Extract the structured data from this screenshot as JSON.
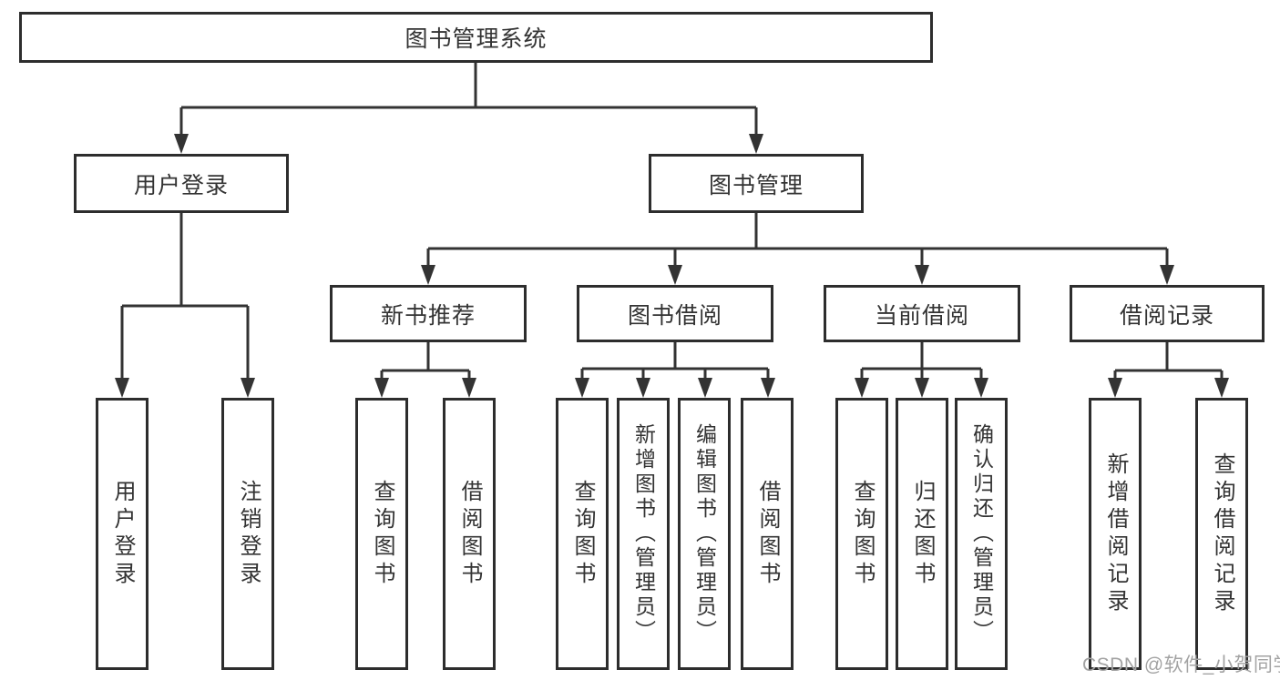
{
  "watermark": "CSDN @软件_小贺同学",
  "colors": {
    "line": "#333333",
    "box_border": "#2d2d2d",
    "box_fill": "#ffffff",
    "text": "#333333",
    "watermark": "#a3a3a3",
    "background": "#ffffff"
  },
  "tree": {
    "label": "图书管理系统",
    "children": [
      {
        "label": "用户登录",
        "children": [
          {
            "label": "用户登录"
          },
          {
            "label": "注销登录"
          }
        ]
      },
      {
        "label": "图书管理",
        "children": [
          {
            "label": "新书推荐",
            "children": [
              {
                "label": "查询图书"
              },
              {
                "label": "借阅图书"
              }
            ]
          },
          {
            "label": "图书借阅",
            "children": [
              {
                "label": "查询图书"
              },
              {
                "label": "新增图书（管理员）"
              },
              {
                "label": "编辑图书（管理员）"
              },
              {
                "label": "借阅图书"
              }
            ]
          },
          {
            "label": "当前借阅",
            "children": [
              {
                "label": "查询图书"
              },
              {
                "label": "归还图书"
              },
              {
                "label": "确认归还（管理员）"
              }
            ]
          },
          {
            "label": "借阅记录",
            "children": [
              {
                "label": "新增借阅记录"
              },
              {
                "label": "查询借阅记录"
              }
            ]
          }
        ]
      }
    ]
  }
}
